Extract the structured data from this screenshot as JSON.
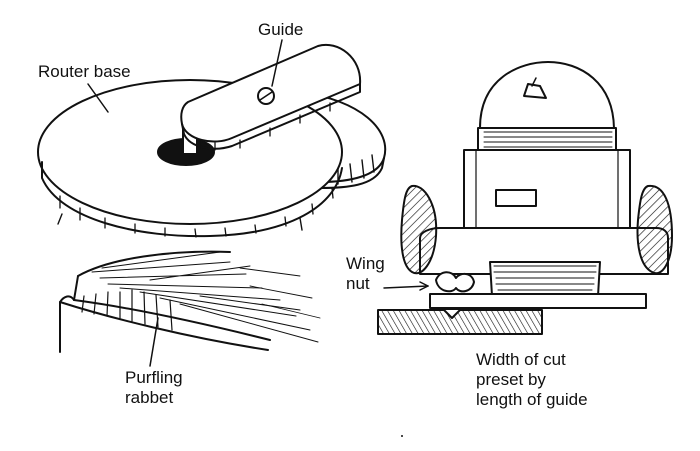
{
  "labels": {
    "guide": "Guide",
    "router_base": "Router base",
    "wing_nut_line1": "Wing",
    "wing_nut_line2": "nut",
    "purfling_line1": "Purfling",
    "purfling_line2": "rabbet",
    "width_line1": "Width of cut",
    "width_line2": "preset by",
    "width_line3": "length of guide"
  },
  "colors": {
    "ink": "#111111",
    "paper": "#ffffff"
  }
}
